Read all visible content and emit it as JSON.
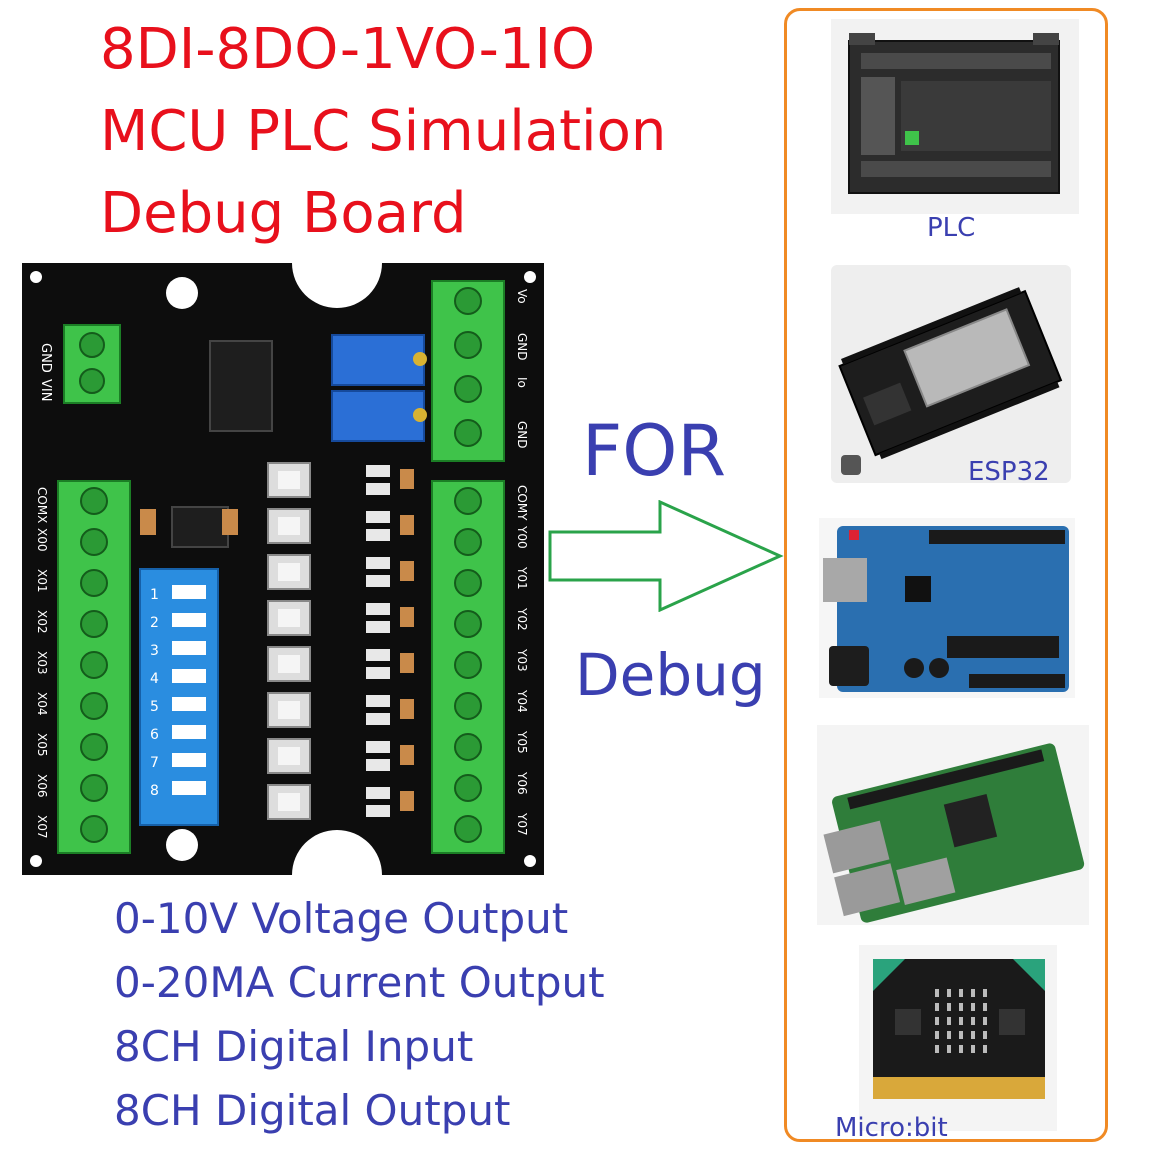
{
  "title_lines": [
    "8DI-8DO-1VO-1IO",
    "MCU PLC Simulation",
    "Debug Board"
  ],
  "spec_lines": [
    "0-10V Voltage Output",
    "0-20MA Current Output",
    "8CH Digital Input",
    "8CH Digital Output"
  ],
  "middle": {
    "for_text": "FOR",
    "debug_text": "Debug"
  },
  "devices": [
    {
      "label": "PLC",
      "icon": "plc-photo"
    },
    {
      "label": "ESP32",
      "icon": "esp32-photo"
    },
    {
      "label": "",
      "icon": "arduino-uno-photo"
    },
    {
      "label": "",
      "icon": "raspberry-pi-photo"
    },
    {
      "label": "Micro:bit",
      "icon": "microbit-photo"
    }
  ],
  "board": {
    "left_terminals": [
      "COMX",
      "X00",
      "X01",
      "X02",
      "X03",
      "X04",
      "X05",
      "X06",
      "X07"
    ],
    "right_terminals": [
      "COMY",
      "Y00",
      "Y01",
      "Y02",
      "Y03",
      "Y04",
      "Y05",
      "Y06",
      "Y07"
    ],
    "power_terminals": [
      "GND",
      "VIN"
    ],
    "analog_terminals": [
      "Vo",
      "GND",
      "Io",
      "GND"
    ],
    "dip_numbers": [
      "1",
      "2",
      "3",
      "4",
      "5",
      "6",
      "7",
      "8"
    ],
    "colors": {
      "pcb": "#0d0d0d",
      "terminal": "#3fc34a",
      "dip": "#2a8de0",
      "pot": "#2b6fd6",
      "silk": "#ffffff"
    }
  },
  "colors": {
    "title": "#e8101c",
    "spec": "#3a3fb0",
    "panel_border": "#f08a24",
    "arrow": "#2aa34a"
  }
}
